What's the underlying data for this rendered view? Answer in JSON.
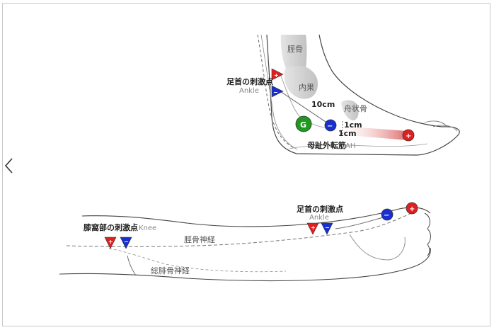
{
  "foot": {
    "ankle_site_label": "足首の刺激点",
    "ankle_site_sub": "Ankle",
    "tibia_label": "脛骨",
    "malleolus_label": "内果",
    "navicular_label": "舟状骨",
    "distance_10": "10cm",
    "distance_1a": "1cm",
    "distance_1b": "1cm",
    "muscle_label": "母趾外転筋",
    "muscle_abbr": "AH",
    "ground_symbol": "G",
    "plus_symbol": "+",
    "minus_symbol": "−"
  },
  "leg": {
    "knee_site_label": "膝窩部の刺激点",
    "knee_site_sub": "Knee",
    "ankle_site_label": "足首の刺激点",
    "ankle_site_sub": "Ankle",
    "tibial_nerve_label": "脛骨神経",
    "peroneal_nerve_label": "総腓骨神経",
    "plus_symbol": "+",
    "minus_symbol": "−"
  },
  "colors": {
    "red_electrode": "#e02020",
    "blue_electrode": "#1a2fd0",
    "ground_electrode": "#1f9a1f",
    "outline": "#444444"
  }
}
